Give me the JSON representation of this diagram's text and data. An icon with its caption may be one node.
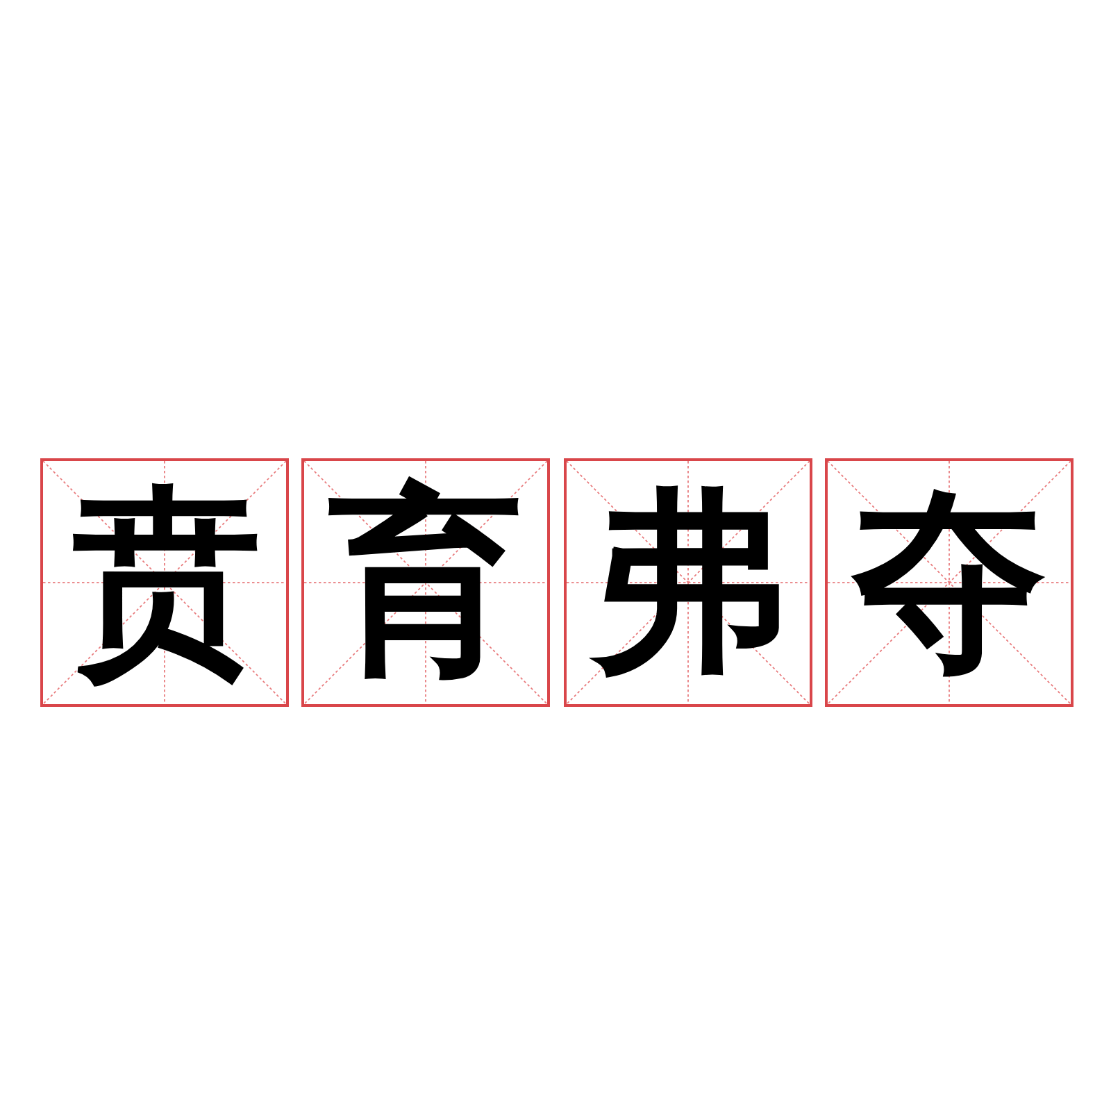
{
  "diagram": {
    "nodes": [
      {
        "text": [
          "贲"
        ]
      },
      {
        "text": [
          "育"
        ]
      },
      {
        "text": [
          "弗"
        ]
      },
      {
        "text": [
          "夺"
        ]
      }
    ]
  }
}
